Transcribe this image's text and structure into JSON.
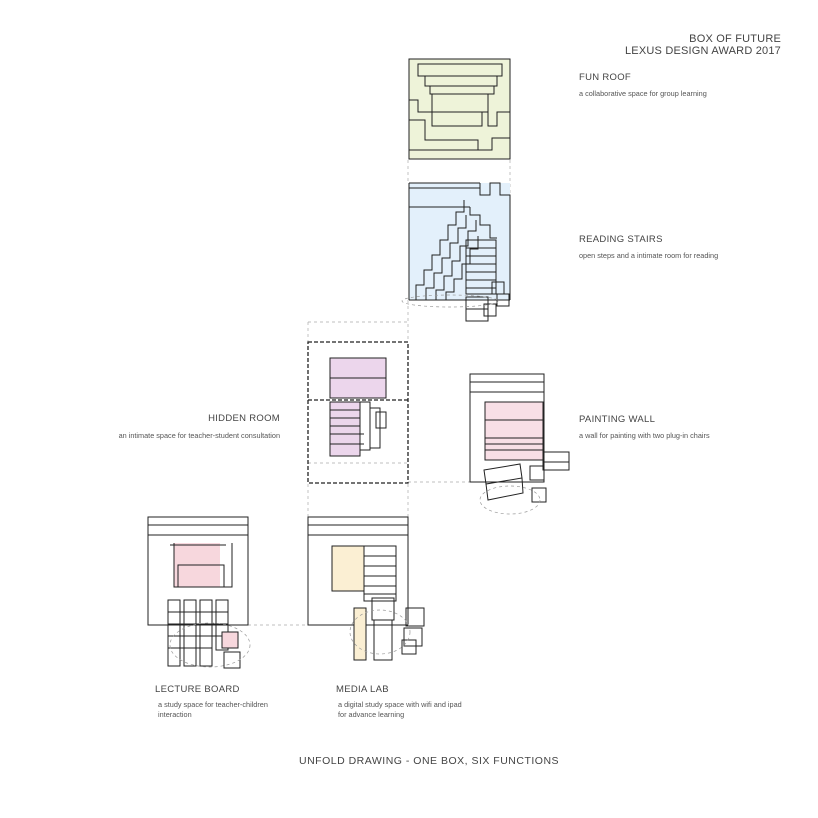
{
  "header": {
    "line1": "BOX OF FUTURE",
    "line2": "LEXUS DESIGN AWARD 2017"
  },
  "modules": [
    {
      "key": "fun-roof",
      "title": "FUN ROOF",
      "desc": [
        "a collaborative space for group learning"
      ],
      "tint": "#eef3d9"
    },
    {
      "key": "reading-stairs",
      "title": "READING STAIRS",
      "desc": [
        "open steps and a intimate room for reading"
      ],
      "tint": "#e3f0fb"
    },
    {
      "key": "hidden-room",
      "title": "HIDDEN ROOM",
      "desc": [
        "an intimate space for teacher-student consultation"
      ],
      "tint": "#ecd6ec"
    },
    {
      "key": "painting-wall",
      "title": "PAINTING WALL",
      "desc": [
        "a wall for painting with two plug-in chairs"
      ],
      "tint": "#f8dfe6"
    },
    {
      "key": "lecture-board",
      "title": "LECTURE BOARD",
      "desc": [
        "a study space for teacher-children",
        "interaction"
      ],
      "tint": "#f7d7dd"
    },
    {
      "key": "media-lab",
      "title": "MEDIA LAB",
      "desc": [
        "a digital study space with wifi and ipad",
        "for advance learning"
      ],
      "tint": "#fbefd3"
    }
  ],
  "caption": "UNFOLD DRAWING - ONE BOX, SIX FUNCTIONS"
}
